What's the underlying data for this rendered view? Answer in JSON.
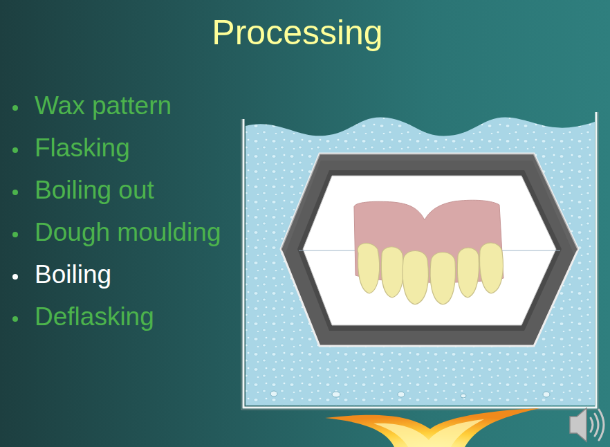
{
  "diagram": {
    "title": "Processing",
    "labels": [
      "Wax pattern",
      "Flasking",
      "Boiling out",
      "Dough moulding",
      "Boiling",
      "Deflasking"
    ]
  }
}
